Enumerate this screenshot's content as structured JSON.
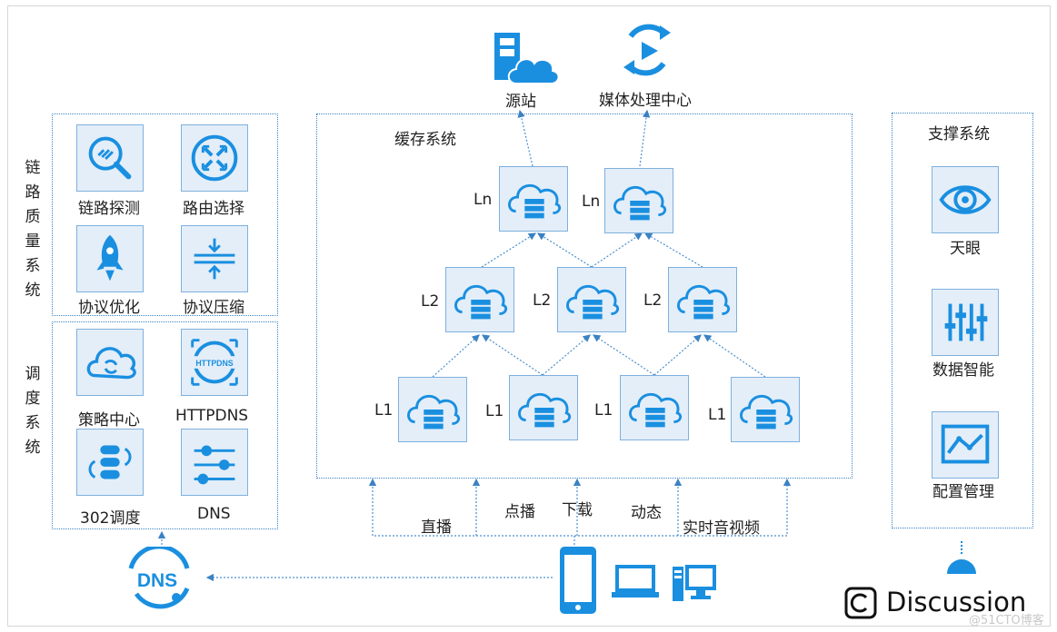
{
  "top": {
    "origin": "源站",
    "media": "媒体处理中心"
  },
  "cache": {
    "title": "缓存系统",
    "ln": [
      "Ln",
      "Ln"
    ],
    "l2": [
      "L2",
      "L2",
      "L2"
    ],
    "l1": [
      "L1",
      "L1",
      "L1",
      "L1"
    ]
  },
  "link_quality": {
    "title": "链路质量系统",
    "items": [
      "链路探测",
      "路由选择",
      "协议优化",
      "协议压缩"
    ]
  },
  "scheduling": {
    "title": "调度系统",
    "items": [
      "策略中心",
      "HTTPDNS",
      "302调度",
      "DNS"
    ],
    "httpdns_badge": "HTTPDNS"
  },
  "support": {
    "title": "支撑系统",
    "items": [
      "天眼",
      "数据智能",
      "配置管理"
    ]
  },
  "traffic": [
    "直播",
    "点播",
    "下载",
    "动态",
    "实时音视频"
  ],
  "dns_badge": "DNS",
  "watermark": {
    "brand": "Discussion",
    "site": "@51CTO博客"
  },
  "colors": {
    "accent": "#1a8fe0",
    "tile_bg": "#e3eef9",
    "border": "#3b82c4"
  },
  "icons": [
    "server-cloud-icon",
    "mobile-phone-icon",
    "laptop-icon",
    "desktop-icon",
    "dns-globe-icon",
    "play-circle-icon",
    "eye-icon",
    "sliders-icon",
    "line-chart-icon",
    "rocket-icon",
    "magnifier-link-icon",
    "route-icon",
    "compress-icon",
    "cloud-refresh-icon",
    "toggle-list-icon"
  ]
}
